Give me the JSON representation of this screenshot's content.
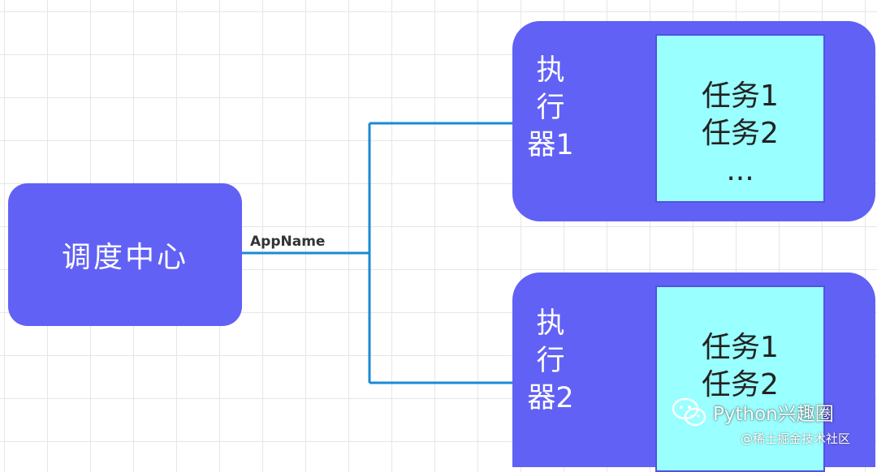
{
  "diagram": {
    "center": {
      "label": "调度中心"
    },
    "connector": {
      "label": "AppName",
      "color": "#1a8ad4"
    },
    "executors": [
      {
        "title": "执行器1",
        "tasks": [
          "任务1",
          "任务2",
          "..."
        ]
      },
      {
        "title": "执行器2",
        "tasks": [
          "任务1",
          "任务2"
        ]
      }
    ],
    "colors": {
      "node_fill": "#6161f5",
      "task_fill": "#99ffff",
      "grid": "#e6e6e6"
    }
  },
  "watermarks": {
    "primary": "Python兴趣圈",
    "secondary": "@稀土掘金技术社区",
    "icon": "wechat-icon"
  }
}
